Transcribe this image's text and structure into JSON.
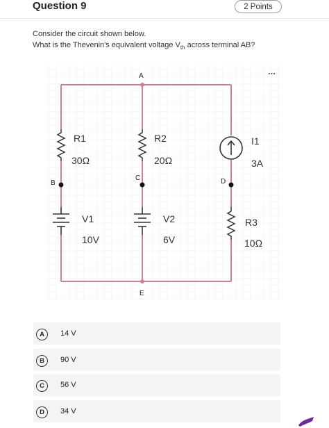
{
  "question": {
    "title": "Question 9",
    "points": "2 Points",
    "prompt_line1": "Consider the circuit shown below.",
    "prompt_line2": "What is the Thevenin's equivalent voltage V",
    "prompt_sub": "th",
    "prompt_line2_end": " across terminal AB?"
  },
  "circuit": {
    "menu": "...",
    "nodes": {
      "a": "A",
      "b": "B",
      "c": "C",
      "d": "D",
      "e": "E"
    },
    "r1": {
      "name": "R1",
      "value": "30Ω"
    },
    "r2": {
      "name": "R2",
      "value": "20Ω"
    },
    "r3": {
      "name": "R3",
      "value": "10Ω"
    },
    "v1": {
      "name": "V1",
      "value": "10V"
    },
    "v2": {
      "name": "V2",
      "value": "6V"
    },
    "i1": {
      "name": "I1",
      "value": "3A"
    },
    "wire_color": "#c9828f"
  },
  "options": [
    {
      "letter": "A",
      "text": "14 V"
    },
    {
      "letter": "B",
      "text": "90 V"
    },
    {
      "letter": "C",
      "text": "56 V"
    },
    {
      "letter": "D",
      "text": "34 V"
    }
  ]
}
